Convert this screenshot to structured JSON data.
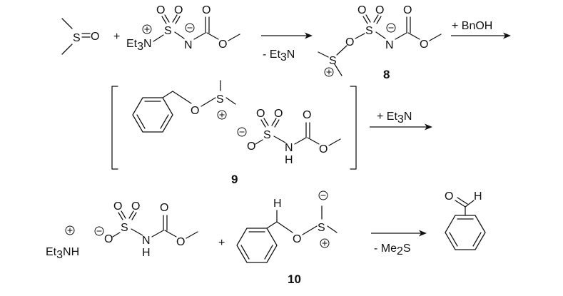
{
  "scheme": {
    "reactant_1": {
      "s_label": "S",
      "o_label": "O"
    },
    "plus_1": "+",
    "reactant_2": {
      "amine_label": "Et",
      "amine_sub": "3",
      "amine_n": "N",
      "s_label": "S",
      "o_label": "O",
      "n_label": "N"
    },
    "arrow_1": {
      "below_text": "- Et",
      "below_sub": "3",
      "below_tail": "N"
    },
    "product_8": {
      "label": "8",
      "s_label": "S",
      "o_label": "O",
      "n_label": "N"
    },
    "arrow_2": {
      "above_text": "+ BnOH"
    },
    "intermediate_9": {
      "label": "9",
      "o_label": "O",
      "s_label": "S",
      "n_label": "N",
      "h_label": "H"
    },
    "arrow_3": {
      "above_text": "+ Et",
      "above_sub": "3",
      "above_tail": "N"
    },
    "salt": {
      "cation_text": "Et",
      "cation_sub": "3",
      "cation_tail": "NH",
      "o_label": "O",
      "s_label": "S",
      "n_label": "N",
      "h_label": "H"
    },
    "plus_2": "+",
    "ylide_10": {
      "label": "10",
      "h_label": "H",
      "o_label": "O",
      "s_label": "S"
    },
    "arrow_4": {
      "below_text": "- Me",
      "below_sub": "2",
      "below_tail": "S"
    },
    "product_final": {
      "o_label": "O",
      "h_label": "H"
    }
  },
  "colors": {
    "ink": "#111111",
    "background": "#ffffff"
  }
}
